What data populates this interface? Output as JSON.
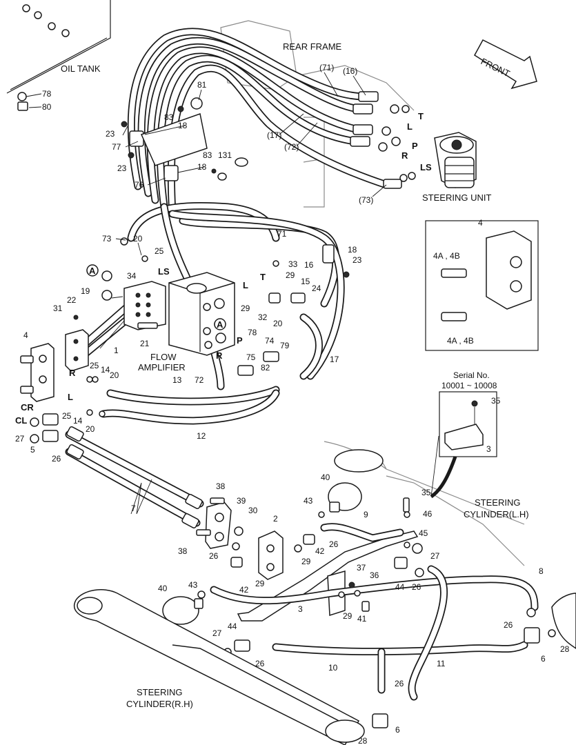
{
  "titles": {
    "oil_tank": "OIL TANK",
    "rear_frame": "REAR FRAME",
    "front": "FRONT",
    "steering_unit": "STEERING UNIT",
    "flow_amplifier_1": "FLOW",
    "flow_amplifier_2": "AMPLIFIER",
    "steering_cyl_lh_1": "STEERING",
    "steering_cyl_lh_2": "CYLINDER(L.H)",
    "steering_cyl_rh_1": "STEERING",
    "steering_cyl_rh_2": "CYLINDER(R.H)",
    "serial_1": "Serial No.",
    "serial_2": "10001 ~ 10008"
  },
  "inset_4": {
    "title": "4",
    "label_top": "4A , 4B",
    "label_bottom": "4A , 4B"
  },
  "inset_serial": {
    "callout_35": "35",
    "callout_3": "3"
  },
  "port_letters": {
    "T_top": "T",
    "L_top": "L",
    "P_top": "P",
    "R_top": "R",
    "LS_top": "LS",
    "LS_mid": "LS",
    "T_mid": "T",
    "L_mid": "L",
    "P_mid": "P",
    "R_mid": "R",
    "R_left": "R",
    "L_left": "L",
    "CR": "CR",
    "CL": "CL"
  },
  "circle_A_1": "A",
  "circle_A_2": "A",
  "callouts": {
    "c78a": "78",
    "c80": "80",
    "c81": "81",
    "c83a": "83",
    "c23a": "23",
    "c18a": "18",
    "c77": "77",
    "c23b": "23",
    "c18b": "18",
    "c76": "76",
    "c83b": "83",
    "c131": "131",
    "c71a": "(71)",
    "c16a": "(16)",
    "c17a": "(17)",
    "c72a": "(72)",
    "c73a": "(73)",
    "c73b": "73",
    "c20a": "20",
    "c25a": "25",
    "c71b": "71",
    "c18c": "18",
    "c23c": "23",
    "c33": "33",
    "c16b": "16",
    "c15": "15",
    "c29a": "29",
    "c24": "24",
    "c29b": "29",
    "c32": "32",
    "c20b": "20",
    "c34": "34",
    "c19": "19",
    "c22": "22",
    "c31": "31",
    "c21": "21",
    "c1": "1",
    "c4": "4",
    "c78b": "78",
    "c74": "74",
    "c79": "79",
    "c75": "75",
    "c82": "82",
    "c17b": "17",
    "c13": "13",
    "c72b": "72",
    "c25b": "25",
    "c14a": "14",
    "c20c": "20",
    "c25c": "25",
    "c14b": "14",
    "c20d": "20",
    "c27a": "27",
    "c5": "5",
    "c26a": "26",
    "c12": "12",
    "c7": "7",
    "c38a": "38",
    "c39": "39",
    "c30": "30",
    "c38b": "38",
    "c2": "2",
    "c40a": "40",
    "c43a": "43",
    "c9": "9",
    "c35": "35",
    "c46": "46",
    "c45": "45",
    "c27b": "27",
    "c42a": "42",
    "c26b": "26",
    "c29c": "29",
    "c26c": "26",
    "c42b": "42",
    "c29d": "29",
    "c37": "37",
    "c36": "36",
    "c44a": "44",
    "c26d": "26",
    "c8": "8",
    "c43b": "43",
    "c40b": "40",
    "c3": "3",
    "c29e": "29",
    "c41": "41",
    "c27c": "27",
    "c44b": "44",
    "c26e": "26",
    "c10": "10",
    "c26f": "26",
    "c28a": "28",
    "c6a": "6",
    "c11": "11",
    "c26g": "26",
    "c6b": "6",
    "c28b": "28"
  }
}
